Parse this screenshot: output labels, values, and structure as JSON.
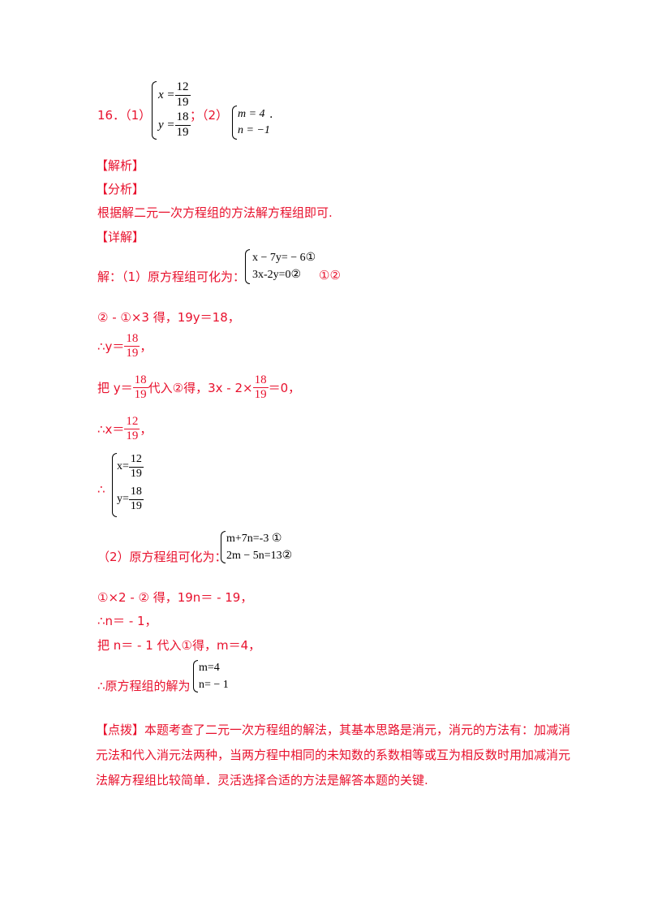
{
  "q16": {
    "label": "16．（1）",
    "sys1": {
      "x_var": "x =",
      "x_num": "12",
      "x_den": "19",
      "y_var": "y =",
      "y_num": "18",
      "y_den": "19"
    },
    "sep": "；（2）",
    "sys2": {
      "line1": "m = 4",
      "line2": "n = −1",
      "dot": "."
    }
  },
  "headings": {
    "analysis": "【解析】",
    "fenxi": "【分析】",
    "detail": "【详解】"
  },
  "fenxi_text": "根据解二元一次方程组的方法解方程组即可.",
  "part1": {
    "intro": "解：（1）原方程组可化为：",
    "eq1": "x − 7y= − 6①",
    "eq2": "3x-2y=0②",
    "tail": "①②",
    "step1": "② - ①×3 得，19y＝18，",
    "step2_pre": "∴y＝",
    "y_num": "18",
    "y_den": "19",
    "step2_post": "，",
    "step3_pre": "把 y＝",
    "step3_mid": "代入②得，3x - 2×",
    "step3_post": "＝0，",
    "step4_pre": "∴x＝",
    "x_num": "12",
    "x_den": "19",
    "step4_post": "，",
    "therefore": "∴",
    "res_x": "x=",
    "res_y": "y="
  },
  "part2": {
    "intro": "（2）原方程组可化为：",
    "eq1": "m+7n=-3 ①",
    "eq2": "2m − 5n=13②",
    "step1": "①×2 - ② 得，19n＝ - 19，",
    "step2": "∴n＝ - 1，",
    "step3": "把 n＝ - 1 代入①得，m＝4，",
    "final_pre": "∴原方程组的解为",
    "final_m": "m=4",
    "final_n": "n= − 1"
  },
  "dianbo": {
    "line1": "【点拨】本题考查了二元一次方程组的解法，其基本思路是消元，消元的方法有：加减消",
    "line2": "元法和代入消元法两种，当两方程中相同的未知数的系数相等或互为相反数时用加减消元",
    "line3": "法解方程组比较简单．灵活选择合适的方法是解答本题的关键."
  }
}
